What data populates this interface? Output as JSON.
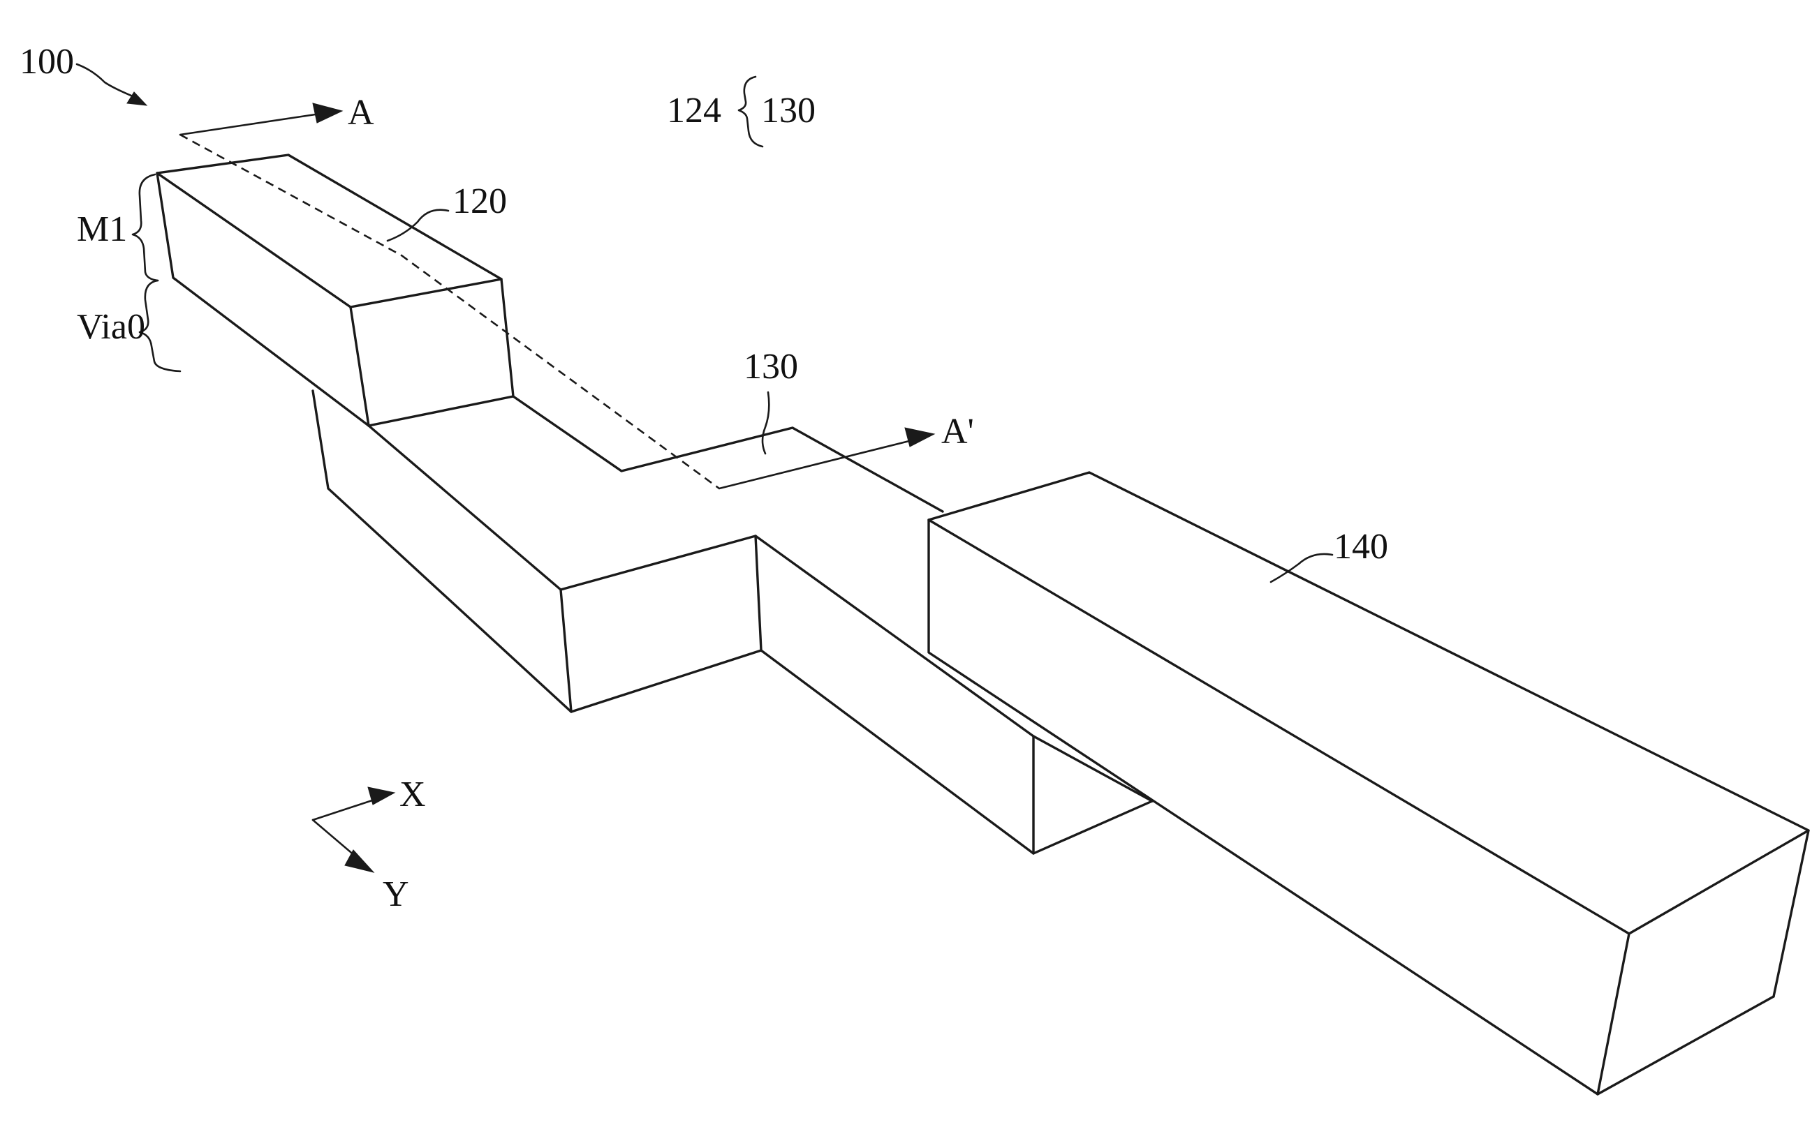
{
  "figure": {
    "ref_100": "100",
    "ref_120": "120",
    "ref_130": "130",
    "ref_140": "140",
    "legend_left": "124",
    "legend_right": "130",
    "section_start": "A",
    "section_end": "A'",
    "layer_upper": "M1",
    "layer_lower": "Via0",
    "axis_x": "X",
    "axis_y": "Y"
  },
  "colors": {
    "line": "#1a1a1a",
    "background": "#ffffff"
  }
}
